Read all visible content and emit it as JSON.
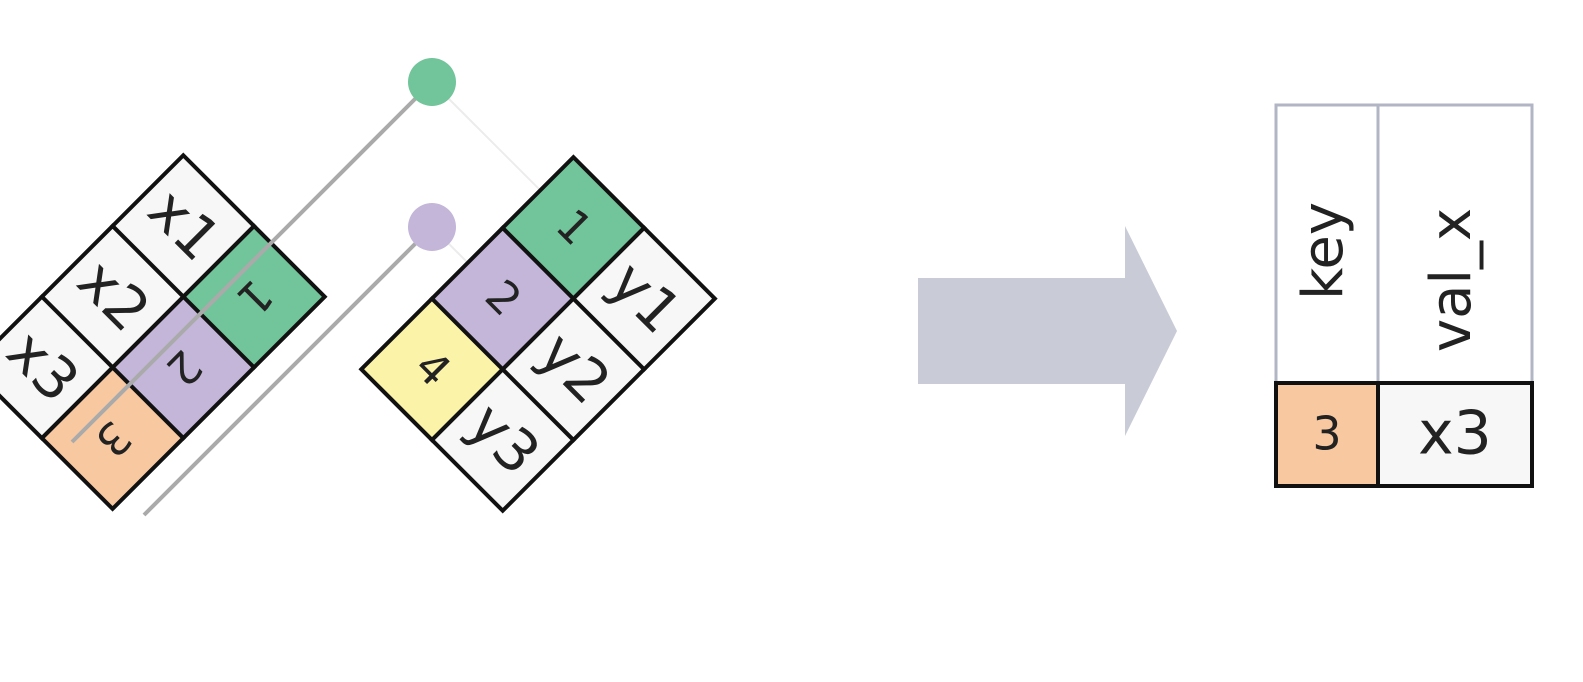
{
  "colors": {
    "green": "#72c49a",
    "purple": "#c3b6d9",
    "orange": "#f8c9a1",
    "yellow": "#fbf3a8",
    "white_cell": "#f7f7f7",
    "border": "#111111",
    "grey_line": "#aaaaaa",
    "faint_line": "#ececec",
    "arrow": "#c9ccd7",
    "header_border": "#b2b6c4"
  },
  "table_x": {
    "keys": [
      "1",
      "2",
      "3"
    ],
    "values": [
      "x1",
      "x2",
      "x3"
    ]
  },
  "table_y": {
    "keys": [
      "1",
      "2",
      "4"
    ],
    "values": [
      "y1",
      "y2",
      "y3"
    ]
  },
  "result": {
    "headers": [
      "key",
      "val_x"
    ],
    "row": [
      "3",
      "x3"
    ]
  },
  "arrow_icon": "right-arrow-icon"
}
